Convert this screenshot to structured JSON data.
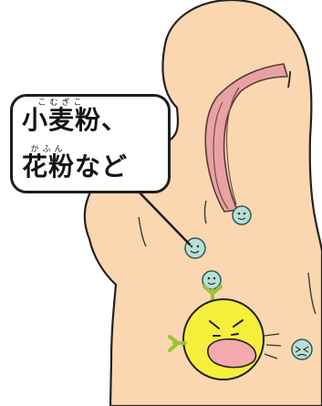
{
  "speech_bubble": {
    "line1": {
      "ruby": "こむぎこ",
      "base": "小麦粉",
      "tail": "、"
    },
    "line2": {
      "ruby": "かふん",
      "base": "花粉",
      "tail": "など"
    }
  },
  "colors": {
    "skin": "#fad7b0",
    "outline": "#222222",
    "airway": "#e8a2a2",
    "allergen_cells": "#b9e0d8",
    "immune_cell": "#f5ef3c",
    "immune_cell_mouth": "#f3a9ad",
    "antibody": "#9fc23a"
  }
}
